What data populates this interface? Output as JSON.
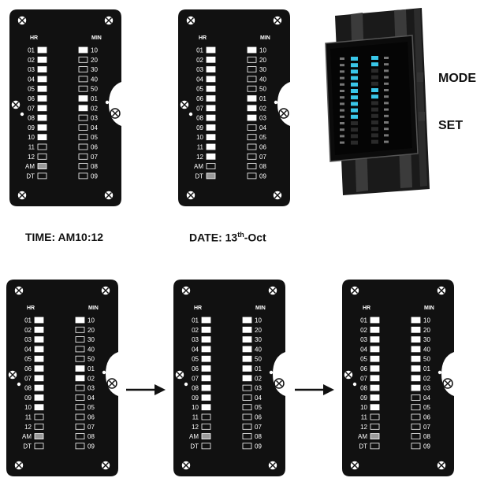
{
  "hr_header": "HR",
  "min_header": "MIN",
  "hour_labels": [
    "01",
    "02",
    "03",
    "04",
    "05",
    "06",
    "07",
    "08",
    "09",
    "10",
    "11",
    "12",
    "AM",
    "DT"
  ],
  "min_labels": [
    "10",
    "20",
    "30",
    "40",
    "50",
    "01",
    "02",
    "03",
    "04",
    "05",
    "06",
    "07",
    "08",
    "09"
  ],
  "faces": [
    {
      "hour_lit": [
        1,
        1,
        1,
        1,
        1,
        1,
        1,
        1,
        1,
        1,
        0,
        0,
        2,
        0
      ],
      "min_lit": [
        1,
        0,
        0,
        0,
        0,
        1,
        1,
        0,
        0,
        0,
        0,
        0,
        0,
        0
      ]
    },
    {
      "hour_lit": [
        1,
        1,
        1,
        1,
        1,
        1,
        1,
        1,
        1,
        1,
        1,
        1,
        0,
        2
      ],
      "min_lit": [
        1,
        0,
        0,
        0,
        0,
        1,
        1,
        1,
        0,
        0,
        0,
        0,
        0,
        0
      ]
    },
    {
      "hour_lit": [
        1,
        1,
        1,
        1,
        1,
        1,
        1,
        1,
        1,
        1,
        0,
        0,
        2,
        0
      ],
      "min_lit": [
        1,
        0,
        0,
        0,
        0,
        1,
        1,
        0,
        0,
        0,
        0,
        0,
        0,
        0
      ]
    },
    {
      "hour_lit": [
        1,
        1,
        1,
        1,
        1,
        1,
        1,
        1,
        1,
        1,
        0,
        0,
        2,
        0
      ],
      "min_lit": [
        1,
        1,
        1,
        1,
        1,
        1,
        1,
        0,
        0,
        0,
        0,
        0,
        0,
        0
      ]
    },
    {
      "hour_lit": [
        1,
        1,
        1,
        1,
        1,
        1,
        1,
        1,
        1,
        1,
        0,
        0,
        2,
        0
      ],
      "min_lit": [
        1,
        1,
        1,
        1,
        1,
        1,
        1,
        1,
        0,
        0,
        0,
        0,
        0,
        0
      ]
    }
  ],
  "captions": {
    "time": "TIME: AM10:12",
    "date_prefix": "DATE: 13",
    "date_sup": "th",
    "date_suffix": "-Oct"
  },
  "buttons": {
    "mode": "MODE",
    "set": "SET"
  },
  "colors": {
    "face": "#111111",
    "lit": "#ffffff",
    "am": "#9a9a9a",
    "watch_led": "#39c6e8"
  }
}
